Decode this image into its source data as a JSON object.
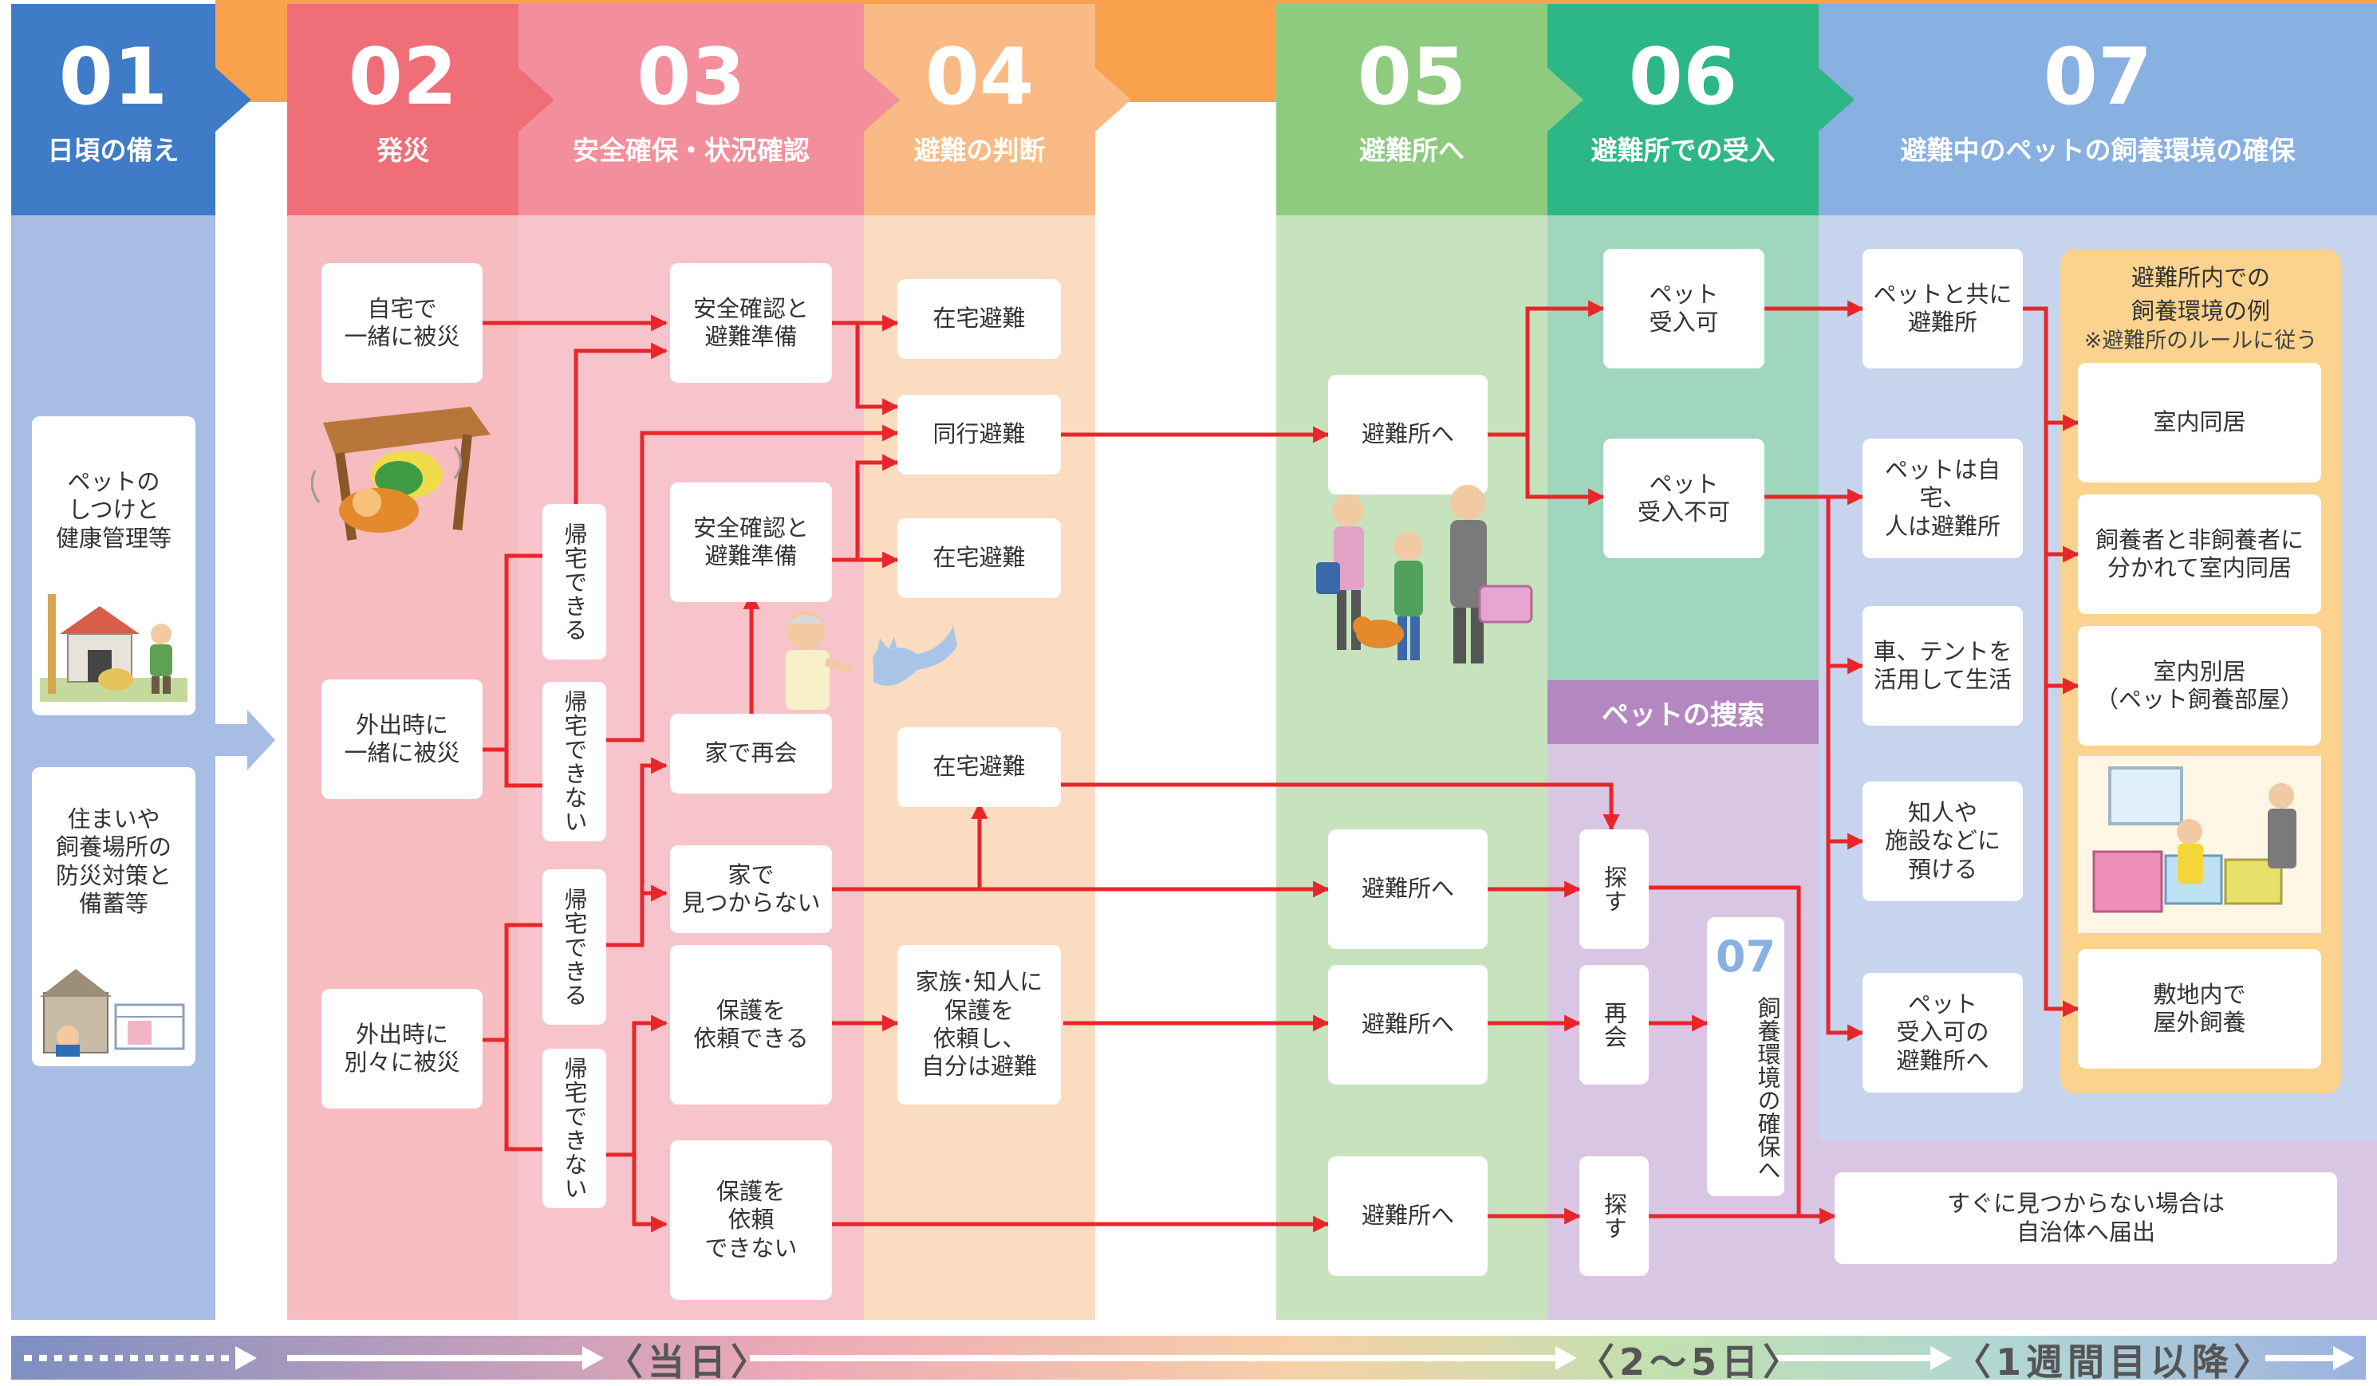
{
  "headers": [
    {
      "num": "01",
      "title": "日頃の備え"
    },
    {
      "num": "02",
      "title": "発災"
    },
    {
      "num": "03",
      "title": "安全確保・状況確認"
    },
    {
      "num": "04",
      "title": "避難の判断"
    },
    {
      "num": "05",
      "title": "避難所へ"
    },
    {
      "num": "06",
      "title": "避難所での受入"
    },
    {
      "num": "07",
      "title": "避難中のペットの飼養環境の確保"
    }
  ],
  "col01": {
    "box1": "ペットの\nしつけと\n健康管理等",
    "box2": "住まいや\n飼養場所の\n防災対策と\n備蓄等"
  },
  "col02": {
    "together_home": "自宅で\n一緒に被災",
    "together_out": "外出時に\n一緒に被災",
    "separate_out": "外出時に\n別々に被災"
  },
  "col03": {
    "can_return_1": "帰宅できる",
    "cannot_return_1": "帰宅できない",
    "can_return_2": "帰宅できる",
    "cannot_return_2": "帰宅できない",
    "safety_check_1": "安全確認と\n避難準備",
    "safety_check_2": "安全確認と\n避難準備",
    "reunite_home": "家で再会",
    "not_found_home": "家で\n見つからない",
    "can_request": "保護を\n依頼できる",
    "cannot_request": "保護を\n依頼\nできない"
  },
  "col04": {
    "stay_home_1": "在宅避難",
    "evacuate_together": "同行避難",
    "stay_home_2": "在宅避難",
    "stay_home_3": "在宅避難",
    "family_request": "家族･知人に\n保護を\n依頼し、\n自分は避難"
  },
  "col05": {
    "to_shelter_1": "避難所へ",
    "to_shelter_2": "避難所へ",
    "to_shelter_3": "避難所へ",
    "to_shelter_4": "避難所へ"
  },
  "col06": {
    "pets_accepted": "ペット\n受入可",
    "pets_not_accepted": "ペット\n受入不可",
    "search_band": "ペットの捜索",
    "search_1": "探す",
    "reunion": "再会",
    "search_2": "探す",
    "secure_num": "07",
    "secure_text": "飼養環境の確保へ"
  },
  "col07": {
    "shelter_with_pet": "ペットと共に\n避難所",
    "pet_home_owner_shelter": "ペットは自宅、\n人は避難所",
    "car_tent": "車、テントを\n活用して生活",
    "entrust": "知人や\n施設などに\n預ける",
    "pet_ok_shelter": "ペット\n受入可の\n避難所へ",
    "report": "すぐに見つからない場合は\n自治体へ届出",
    "example_title": "避難所内での\n飼養環境の例",
    "example_note": "※避難所のルールに従う",
    "indoor_together": "室内同居",
    "separated_owners": "飼養者と非飼養者に\n分かれて室内同居",
    "separate_room": "室内別居\n（ペット飼養部屋）",
    "outdoor": "敷地内で\n屋外飼養"
  },
  "timeline": {
    "day": "〈当日〉",
    "days2_5": "〈2～5日〉",
    "week1": "〈1週間目以降〉"
  },
  "colors": {
    "col01": "#3f7bc6",
    "col02": "#ef6e78",
    "col03": "#f38f9c",
    "col04": "#f9ba85",
    "col05": "#8ecb7f",
    "col06": "#2eb786",
    "col07": "#88b0e0",
    "arrow": "#e8262a",
    "search": "#b487c0"
  }
}
